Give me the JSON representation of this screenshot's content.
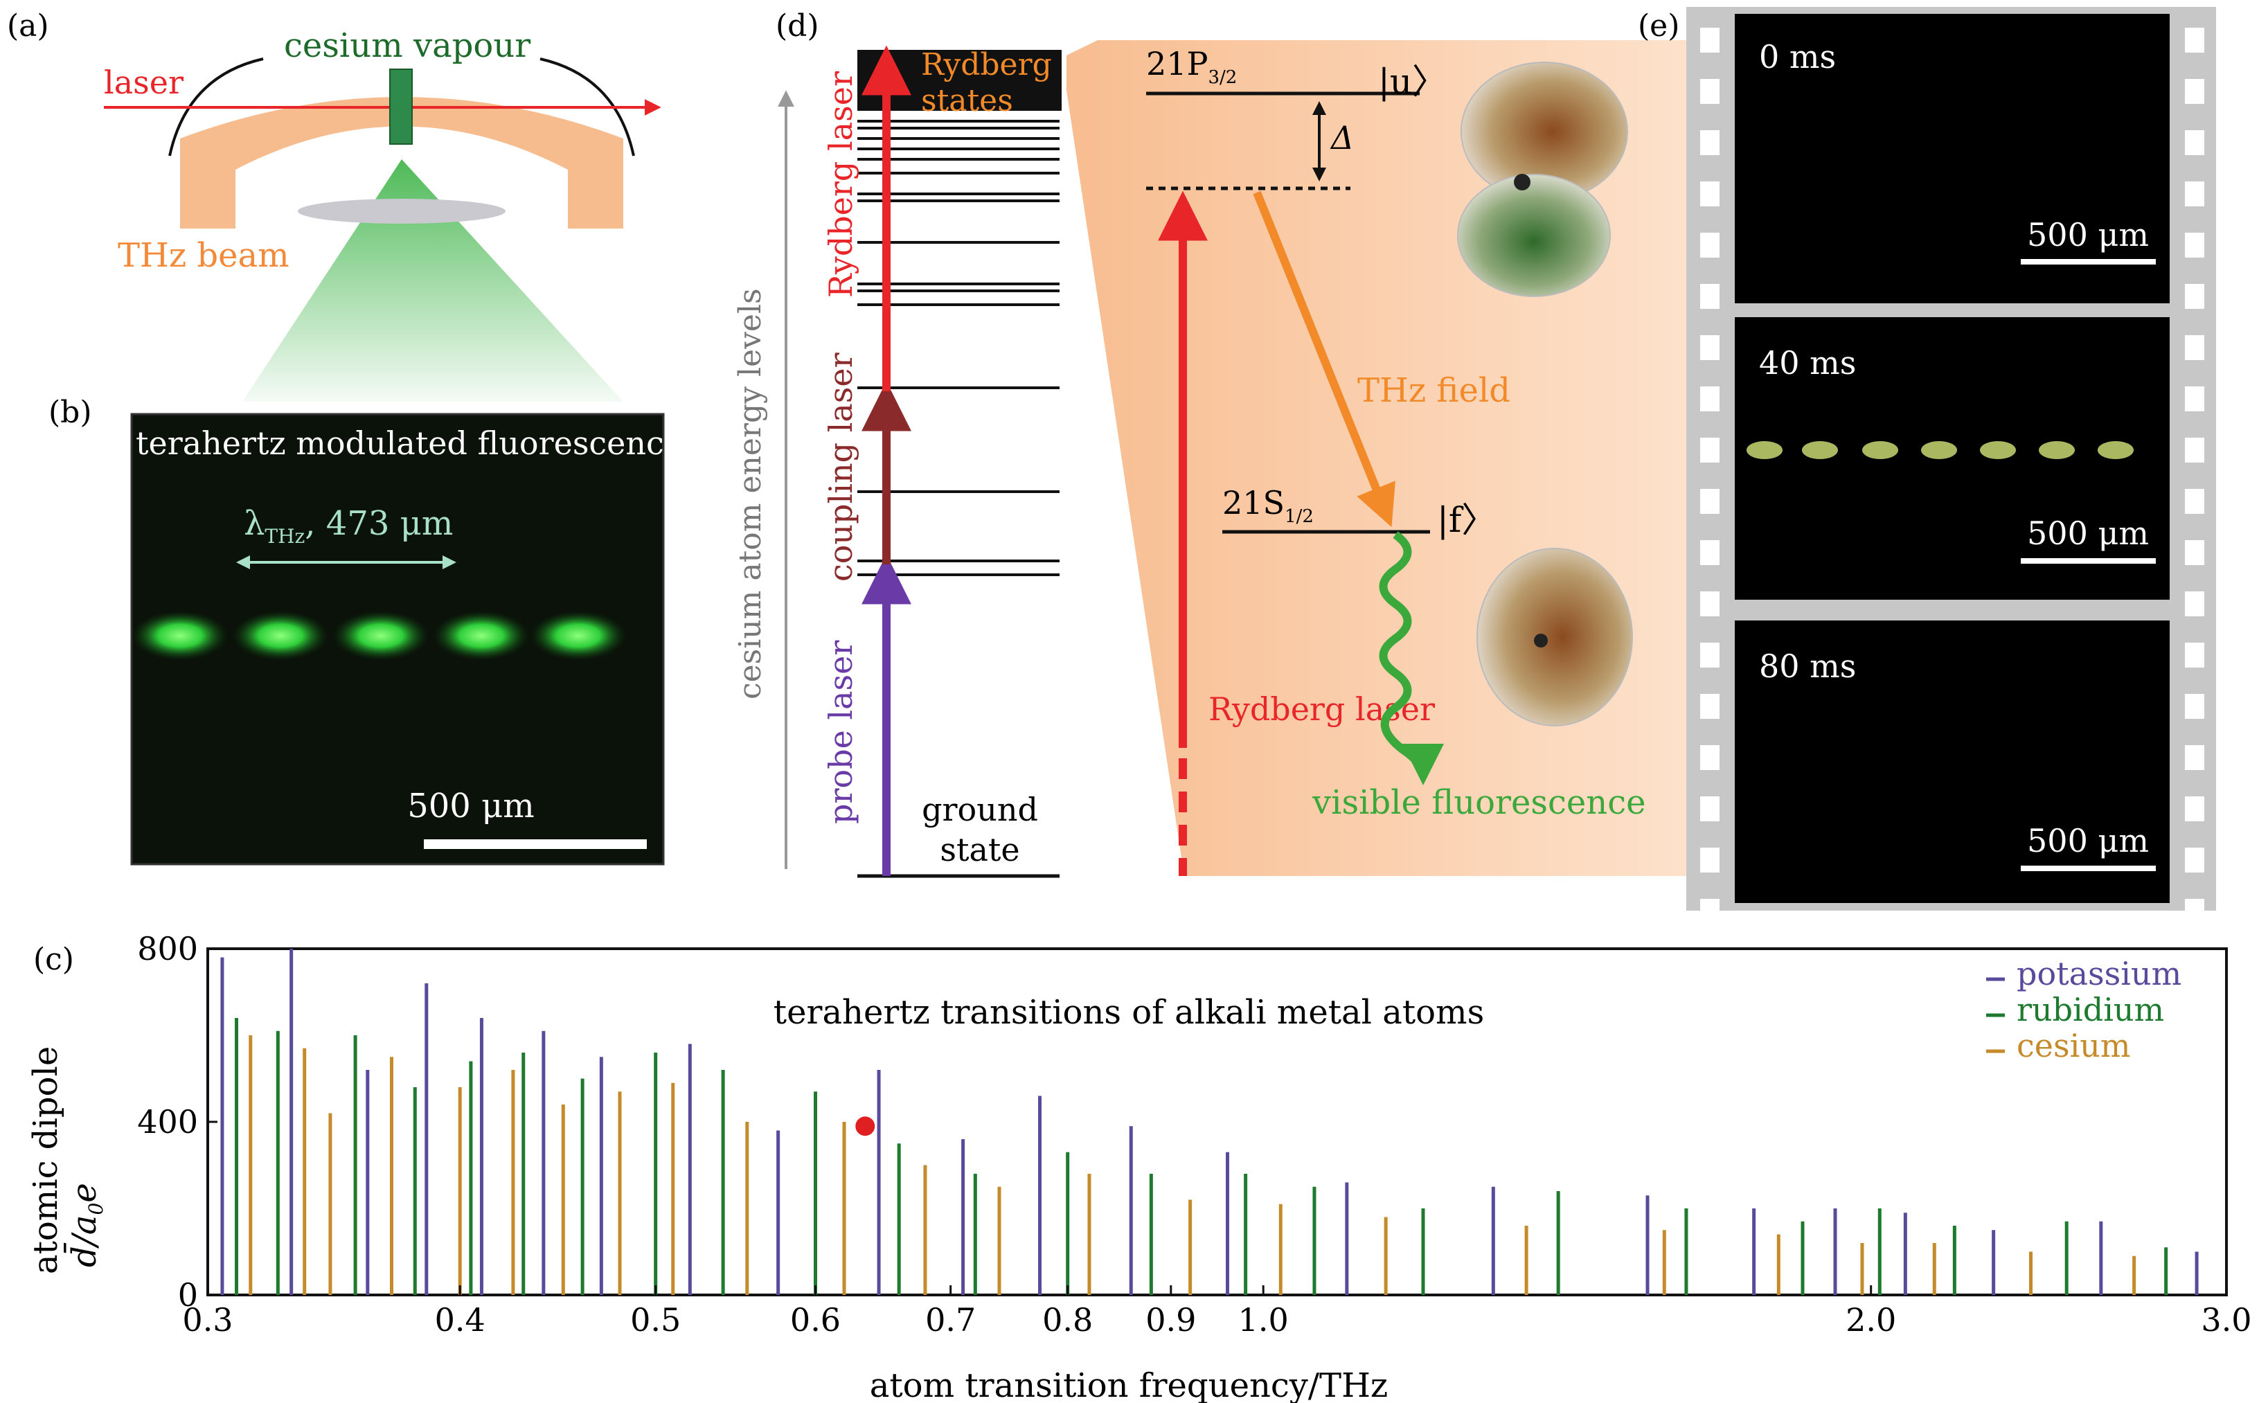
{
  "panel_a": {
    "label": "(a)",
    "laser": "laser",
    "vapour": "cesium vapour",
    "thz_beam": "THz beam"
  },
  "panel_b": {
    "label": "(b)",
    "title": "terahertz modulated fluorescence",
    "lambda_sym": "λ",
    "lambda_sub": "THz",
    "lambda_val": ", 473 μm",
    "scale": "500 μm"
  },
  "panel_d": {
    "label": "(d)",
    "axis": "cesium atom energy levels",
    "rydberg_states": [
      "Rydberg",
      "states"
    ],
    "lasers": [
      "probe laser",
      "coupling laser",
      "Rydberg laser"
    ],
    "ground": [
      "ground",
      "state"
    ],
    "level_u": "21P",
    "level_u_sub": "3/2",
    "ket_u": "|u〉",
    "detuning": "Δ",
    "level_f": "21S",
    "level_f_sub": "1/2",
    "ket_f": "|f〉",
    "thz_field": "THz field",
    "rydberg_laser": "Rydberg laser",
    "fluorescence": "visible fluorescence"
  },
  "panel_e": {
    "label": "(e)",
    "frames": [
      {
        "time": "0 ms",
        "scale": "500 μm"
      },
      {
        "time": "40 ms",
        "scale": "500 μm"
      },
      {
        "time": "80 ms",
        "scale": "500 μm"
      }
    ]
  },
  "panel_c": {
    "label": "(c)",
    "ylabel1": "atomic dipole",
    "ylabel2": "d̄/a",
    "ylabel2_sub": "0",
    "ylabel2_end": "e",
    "colors": {
      "potassium": "#5a4a9c",
      "rubidium": "#1d7a2e",
      "cesium": "#c58b2a",
      "marker": "#e02020"
    }
  },
  "chart_data": {
    "type": "bar",
    "title": "terahertz transitions of alkali metal atoms",
    "xlabel": "atom transition frequency/THz",
    "ylabel": "atomic dipole d̄/a0e",
    "xscale": "log",
    "xlim": [
      0.3,
      3.0
    ],
    "ylim": [
      0,
      800
    ],
    "xticks": [
      "0.3",
      "0.4",
      "0.5",
      "0.6",
      "0.7",
      "0.8",
      "0.9",
      "1.0",
      "2.0",
      "3.0"
    ],
    "xtick_values": [
      0.3,
      0.4,
      0.5,
      0.6,
      0.7,
      0.8,
      0.9,
      1.0,
      2.0,
      3.0
    ],
    "yticks": [
      "0",
      "400",
      "800"
    ],
    "ytick_values": [
      0,
      400,
      800
    ],
    "legend": "top-right",
    "series": [
      {
        "name": "potassium",
        "color": "#5a4a9c",
        "x": [
          0.305,
          0.33,
          0.36,
          0.385,
          0.41,
          0.44,
          0.47,
          0.52,
          0.575,
          0.645,
          0.71,
          0.775,
          0.86,
          0.96,
          1.1,
          1.3,
          1.55,
          1.75,
          1.92,
          2.08,
          2.3,
          2.6,
          2.9
        ],
        "y": [
          780,
          800,
          520,
          720,
          640,
          610,
          550,
          580,
          380,
          520,
          360,
          460,
          390,
          330,
          260,
          250,
          230,
          200,
          200,
          190,
          150,
          170,
          100
        ]
      },
      {
        "name": "rubidium",
        "color": "#1d7a2e",
        "x": [
          0.31,
          0.325,
          0.355,
          0.38,
          0.405,
          0.43,
          0.46,
          0.5,
          0.54,
          0.6,
          0.66,
          0.72,
          0.8,
          0.88,
          0.98,
          1.06,
          1.2,
          1.4,
          1.62,
          1.85,
          2.02,
          2.2,
          2.5,
          2.8
        ],
        "y": [
          640,
          610,
          600,
          480,
          540,
          560,
          500,
          560,
          520,
          470,
          350,
          280,
          330,
          280,
          280,
          250,
          200,
          240,
          200,
          170,
          200,
          160,
          170,
          110
        ]
      },
      {
        "name": "cesium",
        "color": "#c58b2a",
        "x": [
          0.315,
          0.335,
          0.345,
          0.37,
          0.4,
          0.425,
          0.45,
          0.48,
          0.51,
          0.555,
          0.62,
          0.68,
          0.74,
          0.82,
          0.92,
          1.02,
          1.15,
          1.35,
          1.58,
          1.8,
          1.98,
          2.15,
          2.4,
          2.7
        ],
        "y": [
          600,
          570,
          420,
          550,
          480,
          520,
          440,
          470,
          490,
          400,
          400,
          300,
          250,
          280,
          220,
          210,
          180,
          160,
          150,
          140,
          120,
          120,
          100,
          90
        ]
      }
    ],
    "highlight": {
      "x": 0.635,
      "y": 390,
      "color": "#e02020"
    }
  }
}
